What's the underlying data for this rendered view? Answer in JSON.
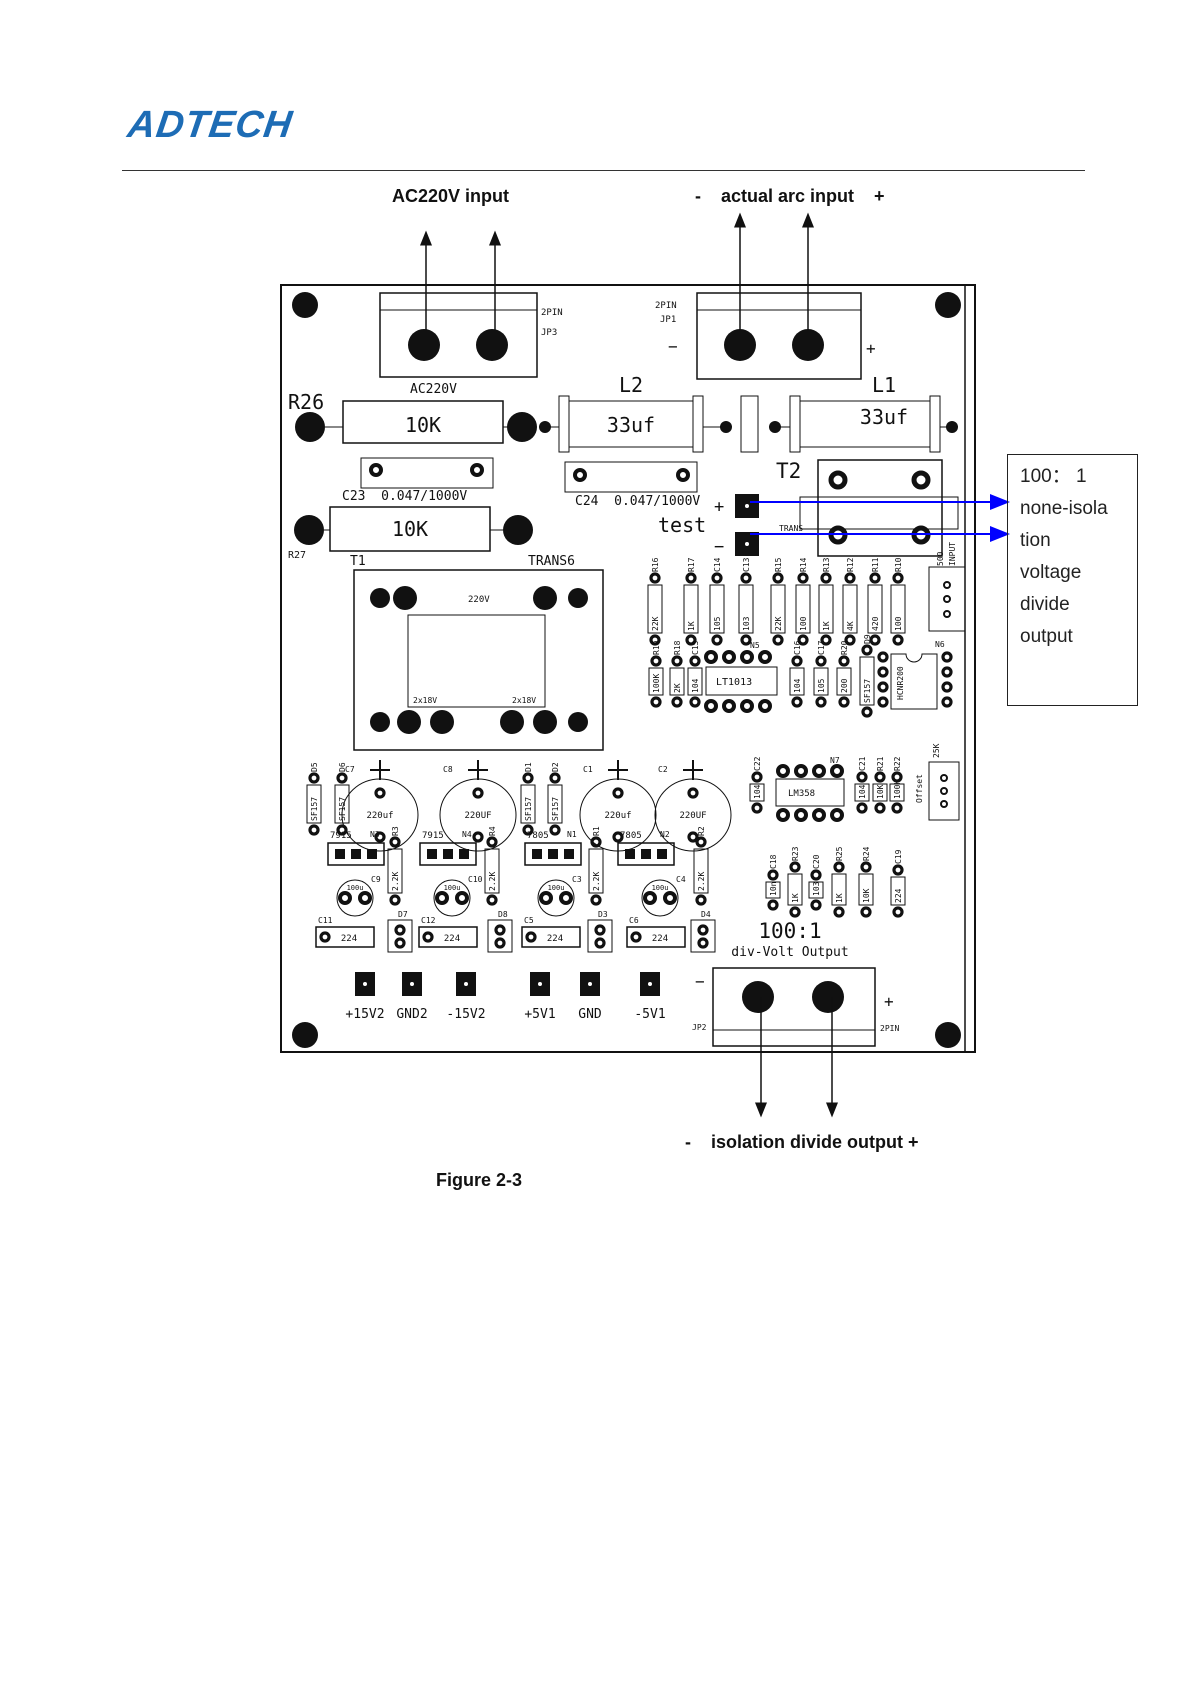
{
  "header": {
    "logo_text": "ADTECH",
    "brand_color": "#1d6cb5"
  },
  "annotations": {
    "ac_input": "AC220V input",
    "arc_input": "-    actual arc input    +",
    "isolation_output": "-    isolation divide output +",
    "callout_lines": [
      "100： 1",
      "none-isola",
      "tion",
      "voltage",
      "divide",
      "output"
    ],
    "arrow_color": "#0000ff"
  },
  "figure": {
    "caption": "Figure 2-3"
  },
  "pcb": {
    "jp3": {
      "pins": "2PIN",
      "ref": "JP3",
      "label": "AC220V"
    },
    "jp1": {
      "pins": "2PIN",
      "ref": "JP1",
      "minus": "−",
      "plus": "+"
    },
    "r26": {
      "ref": "R26",
      "value": "10K"
    },
    "r27": {
      "ref": "R27",
      "value": "10K"
    },
    "l2": {
      "ref": "L2",
      "value": "33uf"
    },
    "l1": {
      "ref": "L1",
      "value": "33uf"
    },
    "c23": {
      "label": "C23  0.047/1000V"
    },
    "c24": {
      "label": "C24  0.047/1000V"
    },
    "t2": {
      "ref": "T2",
      "sub": "TRANS"
    },
    "test": {
      "label": "test",
      "plus": "+",
      "minus": "−"
    },
    "t1": {
      "ref": "T1",
      "type": "TRANS6",
      "primary": "220V",
      "sec1": "2x18V",
      "sec2": "2x18V"
    },
    "n5": {
      "ref": "N5",
      "value": "LT1013"
    },
    "n6": {
      "ref": "N6",
      "value": "HCNR200"
    },
    "n7": {
      "ref": "N7",
      "value": "LM358"
    },
    "input_conn": {
      "ref": "500",
      "label": "INPUT"
    },
    "offset_conn": {
      "ref": "25K",
      "label": "Offset"
    },
    "caps_big": [
      {
        "ref": "C7",
        "value": "220uf"
      },
      {
        "ref": "C8",
        "value": "220UF"
      },
      {
        "ref": "C1",
        "value": "220uf"
      },
      {
        "ref": "C2",
        "value": "220UF"
      }
    ],
    "regulators": [
      {
        "type": "7915",
        "ref": "N3"
      },
      {
        "type": "7915",
        "ref": "N4"
      },
      {
        "type": "7805",
        "ref": "N1"
      },
      {
        "type": "7805",
        "ref": "N2"
      }
    ],
    "caps_small": [
      {
        "ref": "C9",
        "value": "100u"
      },
      {
        "ref": "C10",
        "value": "100u"
      },
      {
        "ref": "C3",
        "value": "100u"
      },
      {
        "ref": "C4",
        "value": "100u"
      }
    ],
    "caps_224": [
      {
        "ref": "C11",
        "value": "224"
      },
      {
        "ref": "C12",
        "value": "224"
      },
      {
        "ref": "C5",
        "value": "224"
      },
      {
        "ref": "C6",
        "value": "224"
      }
    ],
    "diodes_small": [
      "D7",
      "D8",
      "D3",
      "D4"
    ],
    "parts": [
      {
        "ref": "R16",
        "value": "22K"
      },
      {
        "ref": "R17",
        "value": "1K"
      },
      {
        "ref": "C14",
        "value": "105"
      },
      {
        "ref": "C13",
        "value": "103"
      },
      {
        "ref": "R15",
        "value": "22K"
      },
      {
        "ref": "R14",
        "value": "100"
      },
      {
        "ref": "R13",
        "value": "1K"
      },
      {
        "ref": "R12",
        "value": "4K"
      },
      {
        "ref": "R11",
        "value": "420"
      },
      {
        "ref": "R10",
        "value": "100"
      },
      {
        "ref": "R19",
        "value": "100K"
      },
      {
        "ref": "R18",
        "value": "2K"
      },
      {
        "ref": "C15",
        "value": "104"
      },
      {
        "ref": "C16",
        "value": "104"
      },
      {
        "ref": "C17",
        "value": "105"
      },
      {
        "ref": "R20",
        "value": "200"
      },
      {
        "ref": "D9",
        "value": "SF157"
      },
      {
        "ref": "D5",
        "value": "SF157"
      },
      {
        "ref": "D6",
        "value": "SF157"
      },
      {
        "ref": "D1",
        "value": "SF157"
      },
      {
        "ref": "D2",
        "value": "SF157"
      },
      {
        "ref": "C22",
        "value": "104"
      },
      {
        "ref": "C21",
        "value": "104"
      },
      {
        "ref": "R21",
        "value": "10K"
      },
      {
        "ref": "R22",
        "value": "100K"
      },
      {
        "ref": "R3",
        "value": "2.2K"
      },
      {
        "ref": "R4",
        "value": "2.2K"
      },
      {
        "ref": "R1",
        "value": "2.2K"
      },
      {
        "ref": "R2",
        "value": "2.2K"
      },
      {
        "ref": "C18",
        "value": "10n"
      },
      {
        "ref": "R23",
        "value": "1K"
      },
      {
        "ref": "C20",
        "value": "103"
      },
      {
        "ref": "R25",
        "value": "1K"
      },
      {
        "ref": "R24",
        "value": "10K"
      },
      {
        "ref": "C19",
        "value": "224"
      }
    ],
    "ratio": "100:1",
    "div_output": "div-Volt Output",
    "test_points": [
      "+15V2",
      "GND2",
      "-15V2",
      "+5V1",
      "GND",
      "-5V1"
    ],
    "jp2": {
      "ref": "JP2",
      "pins": "2PIN",
      "minus": "−",
      "plus": "+"
    }
  }
}
